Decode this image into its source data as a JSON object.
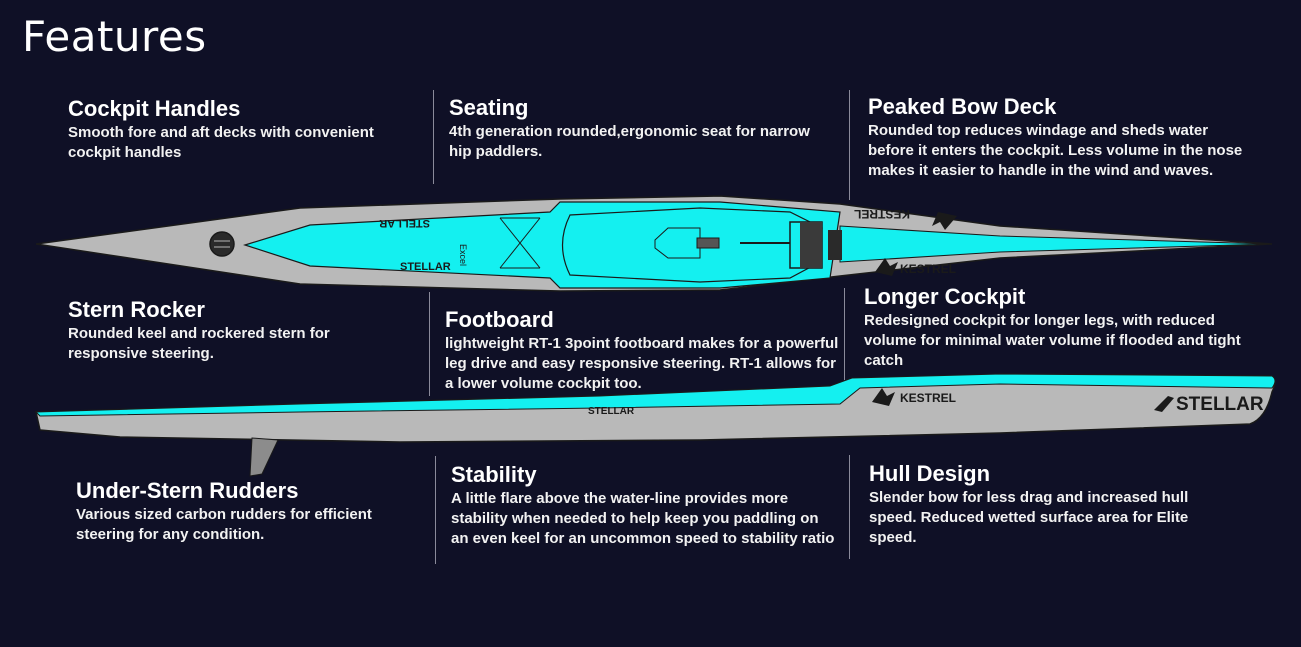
{
  "page": {
    "title": "Features"
  },
  "features": [
    {
      "id": "cockpit-handles",
      "title": "Cockpit Handles",
      "desc": "Smooth fore and aft decks with convenient cockpit handles"
    },
    {
      "id": "seating",
      "title": "Seating",
      "desc": "4th generation rounded,ergonomic seat for narrow hip paddlers."
    },
    {
      "id": "peaked-bow-deck",
      "title": "Peaked Bow Deck",
      "desc": "Rounded top reduces windage and sheds water before it enters the cockpit.  Less volume in the nose makes it easier to handle in the wind and waves."
    },
    {
      "id": "stern-rocker",
      "title": "Stern Rocker",
      "desc": "Rounded keel and rockered stern for responsive steering."
    },
    {
      "id": "footboard",
      "title": "Footboard",
      "desc": "lightweight RT-1 3point footboard makes for  a powerful leg drive and easy responsive steering. RT-1 allows for a lower volume cockpit too."
    },
    {
      "id": "longer-cockpit",
      "title": "Longer Cockpit",
      "desc": "Redesigned cockpit for longer legs, with reduced volume for minimal water volume if flooded and tight catch"
    },
    {
      "id": "under-stern-rudders",
      "title": "Under-Stern Rudders",
      "desc": "Various sized carbon rudders for efficient steering for any condition."
    },
    {
      "id": "stability",
      "title": "Stability",
      "desc": "A little flare above the water-line provides more stability when needed to help keep you paddling on an even keel for an uncommon speed to stability ratio"
    },
    {
      "id": "hull-design",
      "title": "Hull Design",
      "desc": "Slender bow for less drag and increased hull speed. Reduced wetted surface area for Elite speed."
    }
  ],
  "kayak_labels": {
    "stellar": "STELLAR",
    "kestrel": "KESTREL",
    "excel": "Excel"
  },
  "colors": {
    "background": "#0f1026",
    "hull_grey": "#b9b9b9",
    "accent_cyan": "#14f0f0",
    "outline": "#1a1a1a"
  }
}
